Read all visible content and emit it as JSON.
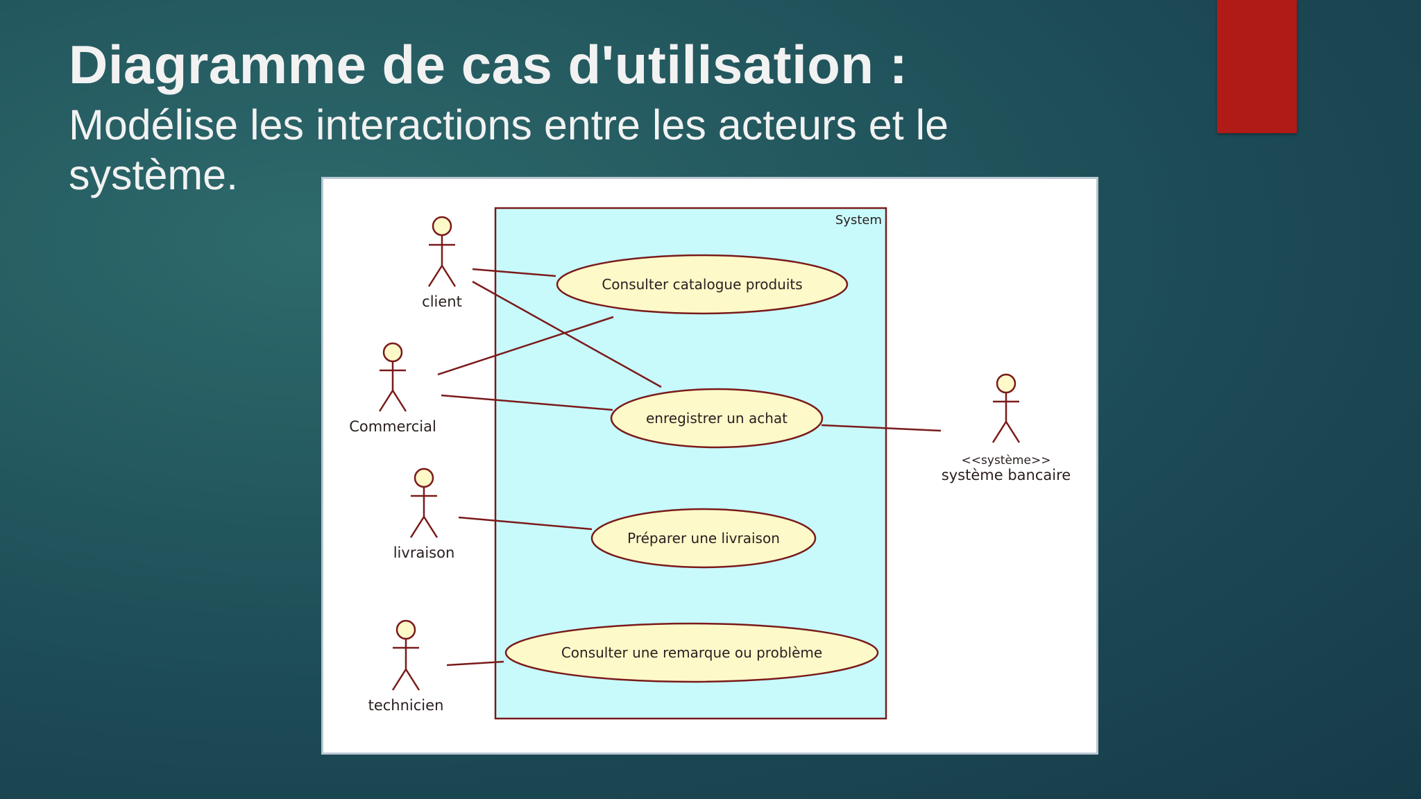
{
  "slide": {
    "title": "Diagramme de cas d'utilisation :",
    "subtitle": "Modélise les interactions entre les acteurs et le système.",
    "accent_color": "#b01a17"
  },
  "diagram": {
    "system_label": "System",
    "system_fill": "#c8fafc",
    "usecase_fill": "#fdf9c9",
    "line_color": "#7a1a1a",
    "actors": [
      {
        "id": "client",
        "label": "client"
      },
      {
        "id": "commercial",
        "label": "Commercial"
      },
      {
        "id": "livraison",
        "label": "livraison"
      },
      {
        "id": "technicien",
        "label": "technicien"
      },
      {
        "id": "systeme-bancaire",
        "stereotype": "<<système>>",
        "label": "système bancaire"
      }
    ],
    "use_cases": [
      {
        "id": "consulter-catalogue",
        "label": "Consulter catalogue produits"
      },
      {
        "id": "enregistrer-achat",
        "label": "enregistrer un achat"
      },
      {
        "id": "preparer-livraison",
        "label": "Préparer une livraison"
      },
      {
        "id": "consulter-remarque",
        "label": "Consulter une remarque ou problème"
      }
    ],
    "associations": [
      {
        "actor": "client",
        "use_case": "consulter-catalogue"
      },
      {
        "actor": "client",
        "use_case": "enregistrer-achat"
      },
      {
        "actor": "commercial",
        "use_case": "consulter-catalogue"
      },
      {
        "actor": "commercial",
        "use_case": "enregistrer-achat"
      },
      {
        "actor": "systeme-bancaire",
        "use_case": "enregistrer-achat"
      },
      {
        "actor": "livraison",
        "use_case": "preparer-livraison"
      },
      {
        "actor": "technicien",
        "use_case": "consulter-remarque"
      }
    ]
  }
}
